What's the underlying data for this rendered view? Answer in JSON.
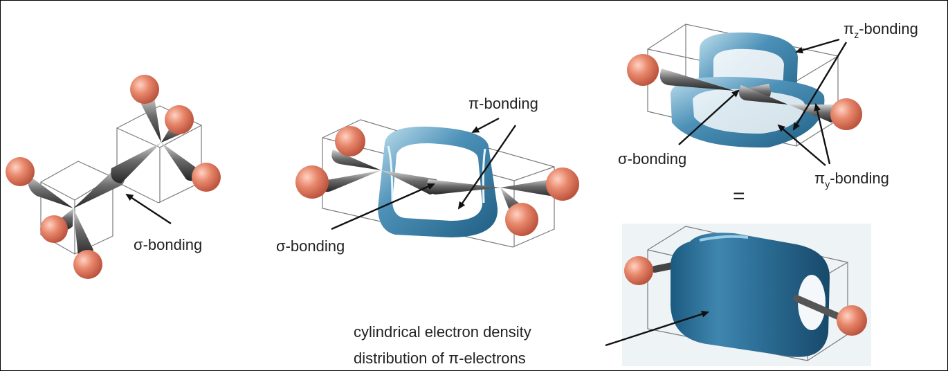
{
  "labels": {
    "sigma_left": "σ-bonding",
    "sigma_middle": "σ-bonding",
    "pi_middle": "π-bonding",
    "pi_z_base": "π",
    "pi_z_sub": "z",
    "pi_z_suffix": "-bonding",
    "sigma_right": "σ-bonding",
    "pi_y_base": "π",
    "pi_y_sub": "y",
    "pi_y_suffix": "-bonding",
    "equals": "=",
    "cylinder_line1": "cylindrical electron density",
    "cylinder_line2": "distribution of π-electrons"
  },
  "colors": {
    "atom": "#e0795c",
    "lobe": "#5e5e5e",
    "pi_cloud": "#3c7fa6",
    "box_line": "#7a7a7a"
  }
}
